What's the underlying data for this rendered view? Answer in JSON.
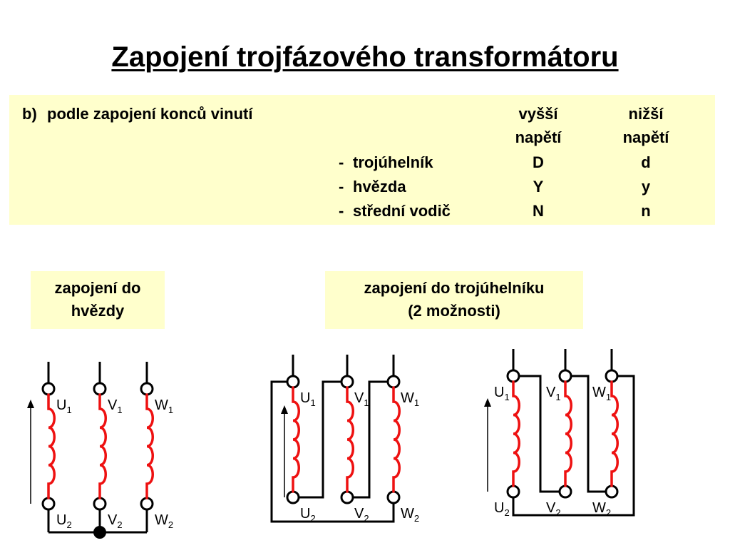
{
  "title": "Zapojení trojfázového transformátoru",
  "panel": {
    "item_marker": "b)",
    "item_text": "podle zapojení konců vinutí",
    "col_high": [
      "vyšší",
      "napětí"
    ],
    "col_low": [
      "nižší",
      "napětí"
    ],
    "rows": [
      {
        "dash": "-",
        "name": "trojúhelník",
        "high": "D",
        "low": "d"
      },
      {
        "dash": "-",
        "name": "hvězda",
        "high": "Y",
        "low": "y"
      },
      {
        "dash": "-",
        "name": "střední vodič",
        "high": "N",
        "low": "n"
      }
    ]
  },
  "labels": {
    "star": [
      "zapojení do",
      "hvězdy"
    ],
    "delta": [
      "zapojení do trojúhelníku",
      "(2 možnosti)"
    ]
  },
  "terminals": {
    "top": [
      {
        "base": "U",
        "sub": "1"
      },
      {
        "base": "V",
        "sub": "1"
      },
      {
        "base": "W",
        "sub": "1"
      }
    ],
    "bottom": [
      {
        "base": "U",
        "sub": "2"
      },
      {
        "base": "V",
        "sub": "2"
      },
      {
        "base": "W",
        "sub": "2"
      }
    ]
  },
  "colors": {
    "panel_bg": "#ffffcc",
    "coil": "#ee1111",
    "wire": "#000000"
  }
}
